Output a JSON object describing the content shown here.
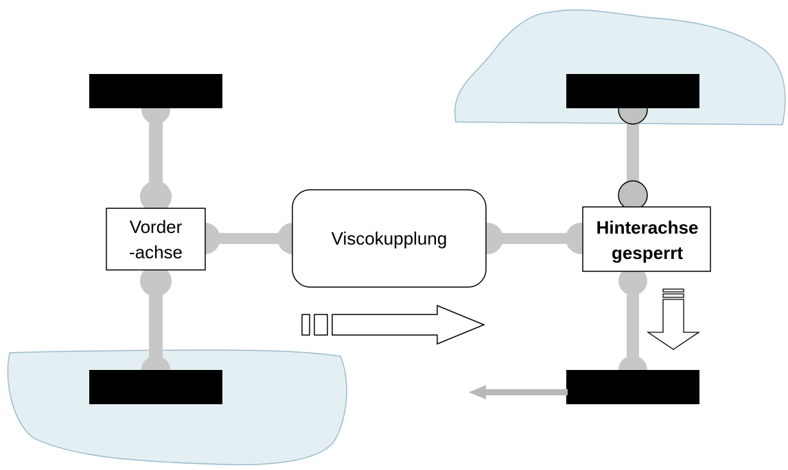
{
  "labels": {
    "front_axle_line1": "Vorder",
    "front_axle_line2": "-achse",
    "coupling": "Viscokupplung",
    "rear_axle_line1": "Hinterachse",
    "rear_axle_line2": "gesperrt"
  },
  "colors": {
    "ice": "#e4eff3",
    "ice_border": "#9bbccb",
    "shaft": "#c7c7c7",
    "joint": "#c7c7c7",
    "joint_outlined": "#c0c0c0",
    "wheel": "#000000",
    "box_stroke": "#000000",
    "box_fill": "#ffffff",
    "slip_arrow": "#b8b8b8"
  }
}
